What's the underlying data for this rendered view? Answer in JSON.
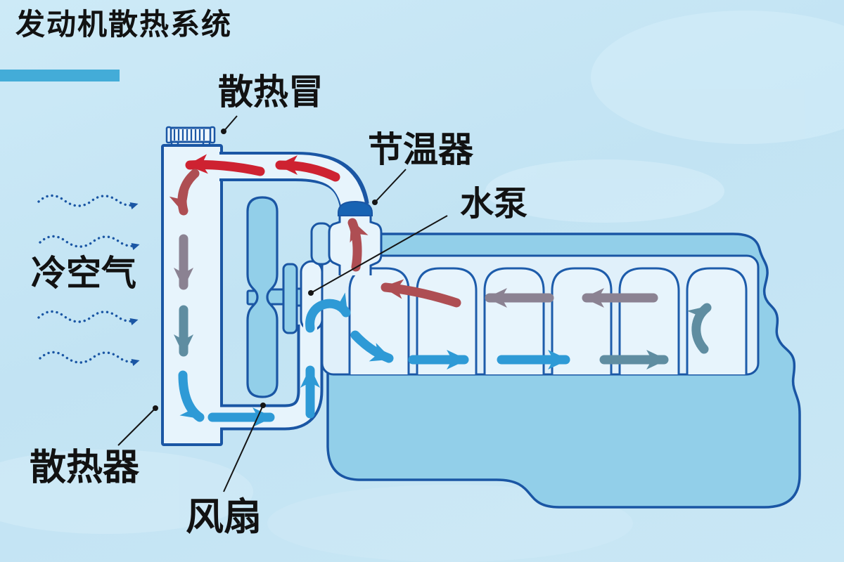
{
  "title": "发动机散热系统",
  "labels": {
    "radiator_cap": "散热冒",
    "thermostat": "节温器",
    "water_pump": "水泵",
    "cold_air": "冷空气",
    "radiator": "散热器",
    "fan": "风扇"
  },
  "colors": {
    "background": "#c9e7f5",
    "outline_blue": "#1a56a4",
    "component_light": "#e7f4fc",
    "component_medium": "#92cfe9",
    "title_bar": "#43acd8",
    "thermostat_band": "#1763b3",
    "hot_flow_arrow": "#ce2231",
    "warm_flow_arrow": "#ae4e53",
    "neutral_flow_arrow": "#8b8292",
    "cool_flow_arrow": "#5f8da1",
    "cold_flow_arrow": "#2e9ad6",
    "cold_air_wave": "#1a56a4"
  }
}
